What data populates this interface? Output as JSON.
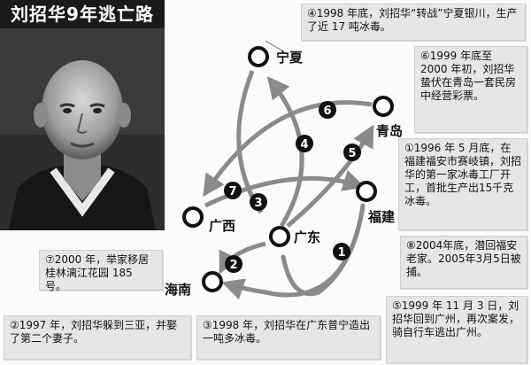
{
  "title": "刘招华9年逃亡路",
  "cities": {
    "ningxia": "宁夏",
    "qingdao": "青岛",
    "guangxi": "广西",
    "guangdong": "广东",
    "fujian": "福建",
    "hainan": "海南"
  },
  "route_numbers": [
    "1",
    "2",
    "3",
    "4",
    "5",
    "6",
    "7"
  ],
  "notes": {
    "n4": "④1998 年底，刘招华“转战”宁夏银川，生产了近 17 吨冰毒。",
    "n6": "⑥1999 年底至 2000 年初，刘招华蛰伏在青岛一套民房中经营彩票。",
    "n1": "①1996 年 5 月底，在福建福安市赛岐镇，刘招华的第一家冰毒工厂开工，首批生产出15千克冰毒。",
    "n8": "⑧2004年底，潜回福安老家。2005年3月5日被捕。",
    "n7": "⑦2000 年，举家移居桂林漓江花园 185 号。",
    "n5": "⑤1999 年 11 月 3 日，刘招华回到广州，再次案发，骑自行车逃出广州。",
    "n2": "②1997 年，刘招华躲到三亚，并娶了第二个妻子。",
    "n3": "③1998 年，刘招华在广东普宁造出一吨多冰毒。"
  },
  "colors": {
    "arrow": "#8a8a8a",
    "badge": "#111111",
    "note_bg": "#e6e6e6",
    "title_bg": "#1a1a1a"
  }
}
